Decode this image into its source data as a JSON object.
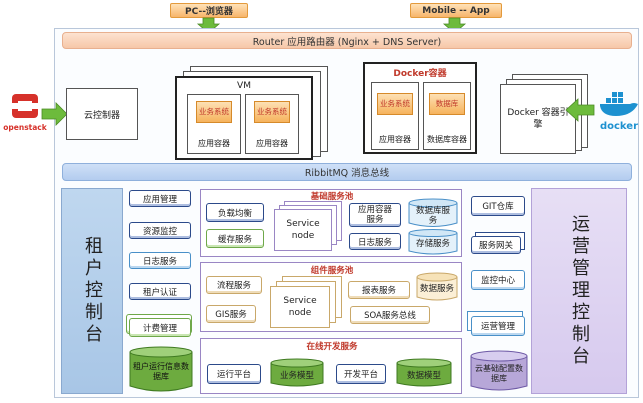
{
  "clients": {
    "pc": "PC--浏览器",
    "mobile": "Mobile -- App"
  },
  "router": "Router 应用路由器 (Nginx + DNS Server)",
  "cloud_controller": "云控制器",
  "openstack_logo": "openstack",
  "docker_logo": "docker",
  "vm": {
    "title": "VM",
    "biz_a": "业务系统",
    "biz_b": "业务系统",
    "container_a": "应用容器",
    "container_b": "应用容器"
  },
  "docker_group": {
    "title": "Docker容器",
    "biz": "业务系统",
    "container_app": "应用容器",
    "db_biz": "数据库",
    "container_db": "数据库容器"
  },
  "docker_engine": "Docker 容器引擎",
  "mq": "RibbitMQ 消息总线",
  "tenant_console": {
    "title": "租户控制台",
    "items": [
      "应用管理",
      "资源监控",
      "日志服务",
      "租户认证",
      "计费管理"
    ],
    "db": "租户运行信息数据库"
  },
  "base_pool": {
    "title": "基础服务池",
    "lb": "负载均衡",
    "cache": "缓存服务",
    "service_node": "Service node",
    "app_container_service": "应用容器服务",
    "db_service": "数据库服务",
    "log_service": "日志服务",
    "storage_service": "存储服务"
  },
  "component_pool": {
    "title": "组件服务池",
    "flow": "流程服务",
    "gis": "GIS服务",
    "service_node": "Service node",
    "report": "报表服务",
    "data_service": "数据服务",
    "soa": "SOA服务总线"
  },
  "online_dev": {
    "title": "在线开发服务",
    "run_platform": "运行平台",
    "biz_module": "业务模型",
    "dev_platform": "开发平台",
    "data_module": "数据模型"
  },
  "ops_console": {
    "title": "运营管理控制台",
    "git": "GIT仓库",
    "gateway": "服务网关",
    "monitor": "监控中心",
    "ops": "运营管理",
    "db": "云基础配置数据库"
  },
  "colors": {
    "arrow_green": "#6dbb3c",
    "title_red": "#c0392b",
    "docker_blue": "#1d91d0",
    "openstack_red": "#d6312a"
  }
}
